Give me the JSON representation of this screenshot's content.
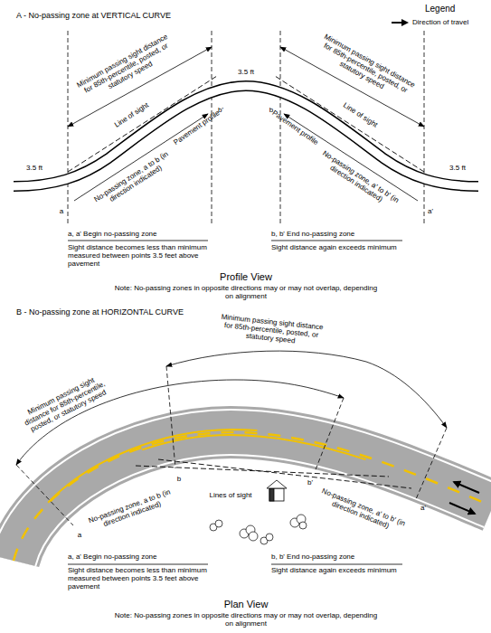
{
  "diagram": {
    "labels": [
      "Legend",
      "A - No-passing zone at VERTICAL CURVE",
      "Minimum passing sight distance for 85th-percentile, posted, or statutory speed",
      "3.5 ft",
      "Minimum passing sight distance for 85th-percentile, posted, or statutory speed",
      "3.5 ft",
      "Line of sight",
      "Pavement profile",
      "b'",
      "b",
      "Line of sight",
      "Pavement profile",
      "3.5 ft",
      "No-passing zone, a to b (in direction indicated)",
      "No-passing zone, a' to b' (in direction indicated)",
      "a",
      "a'",
      "a, a' Begin no-passing zone",
      "Sight distance becomes less than minimum measured between points 3.5 feet above pavement",
      "b, b' End no-passing zone",
      "Sight distance again exceeds minimum",
      "Profile View",
      "Note: No-passing zones in opposite directions may or may not overlap, depending on alignment",
      "B - No-passing zone at HORIZONTAL CURVE",
      "Minimum passing sight distance for 85th-percentile, posted, or statutory speed",
      "Minimum passing sight distance for 85th-percentile, posted, or statutory speed",
      "Lines of sight",
      "b",
      "a",
      "No-passing zone, a to b (in direction indicated)",
      "b'",
      "No-passing zone, a' to b' (in direction indicated)",
      "a'",
      "a, a' Begin no-passing zone",
      "Sight distance becomes less than minimum measured between points 3.5 feet above pavement",
      "b, b' End no-passing zone",
      "Sight distance again exceeds minimum",
      "Plan View",
      "Note: No-passing zones in opposite directions may or may not overlap, depending on alignment"
    ],
    "legend": [
      {
        "text": "Direction of travel"
      }
    ]
  }
}
